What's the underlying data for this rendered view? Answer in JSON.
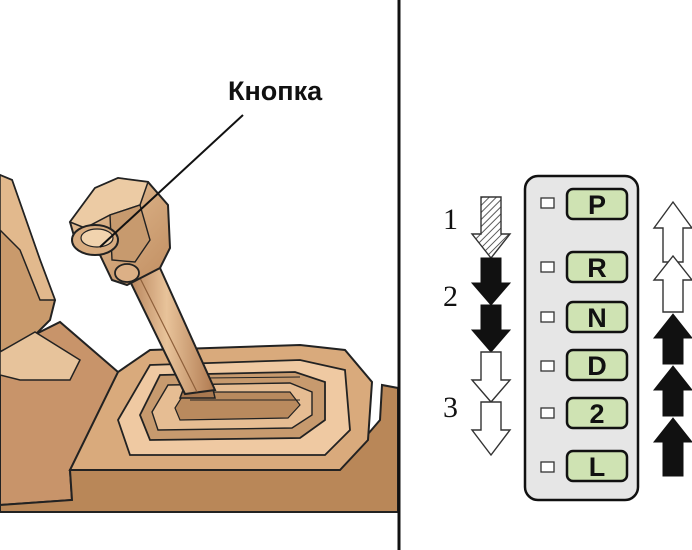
{
  "callout": {
    "label": "Кнопка"
  },
  "step_numbers": [
    "1",
    "2",
    "3"
  ],
  "gears": [
    "P",
    "R",
    "N",
    "D",
    "2",
    "L"
  ],
  "colors": {
    "leather_light": "#e3bd92",
    "leather_mid": "#c79868",
    "leather_dark": "#a87850",
    "console_base": "#c49060",
    "console_top": "#f0c9a0",
    "gate_plate": "#e6e6e6",
    "gear_label_bg": "#cfe3b3",
    "ink": "#111111"
  },
  "icons": {
    "left_arrows": [
      "hatched-down-arrow",
      "filled-down-arrow",
      "filled-down-arrow",
      "outline-down-arrow",
      "outline-down-arrow"
    ],
    "right_arrows": [
      "outline-up-arrow",
      "outline-up-arrow",
      "filled-up-arrow",
      "filled-up-arrow",
      "filled-up-arrow"
    ]
  }
}
